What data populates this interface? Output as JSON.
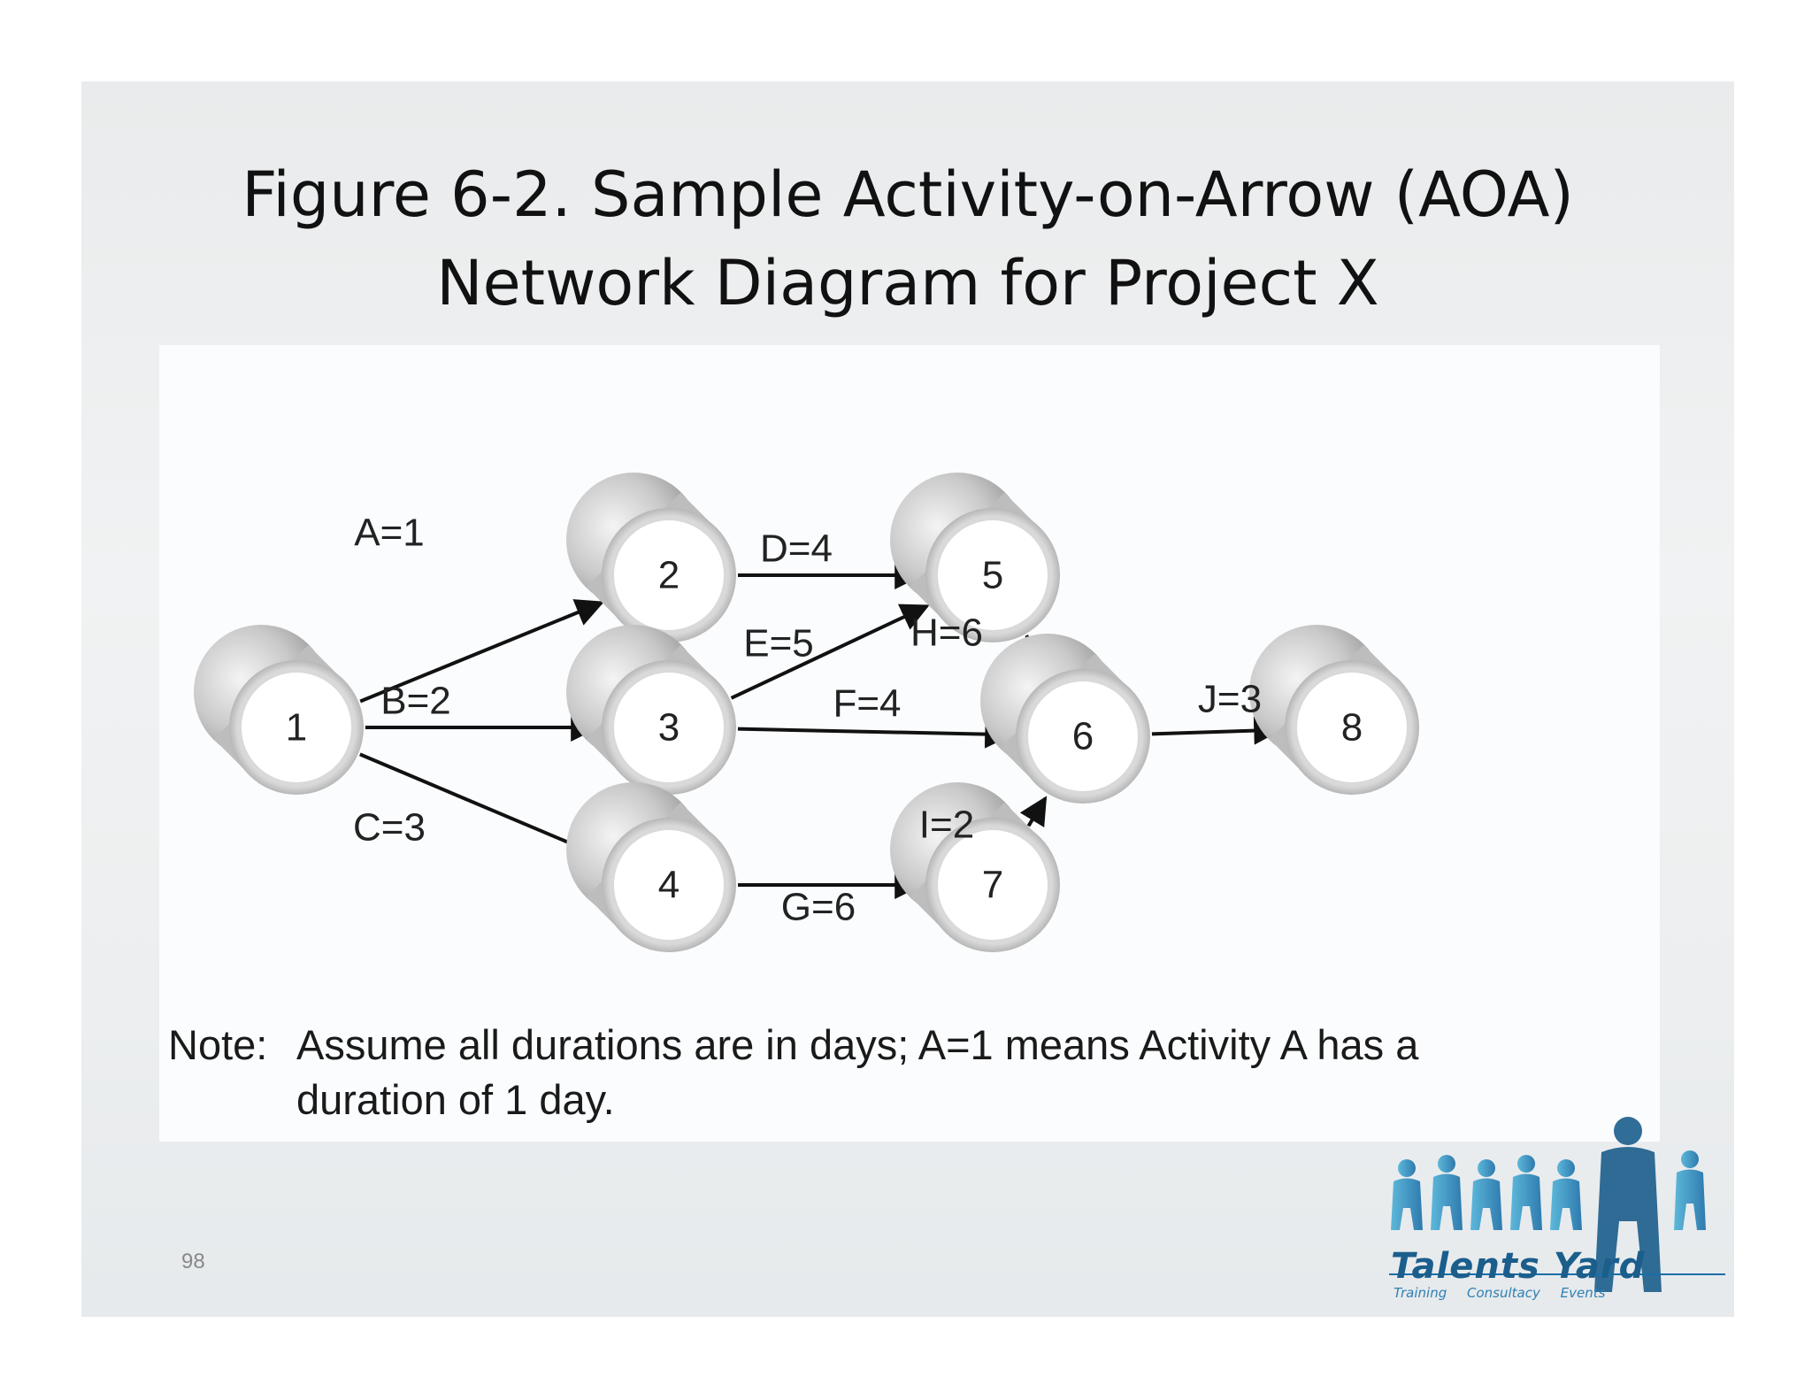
{
  "slide": {
    "title_line1": "Figure 6-2. Sample Activity-on-Arrow (AOA)",
    "title_line2": "Network Diagram for Project X",
    "page_number": "98"
  },
  "diagram": {
    "nodes": [
      {
        "id": "1",
        "label": "1"
      },
      {
        "id": "2",
        "label": "2"
      },
      {
        "id": "3",
        "label": "3"
      },
      {
        "id": "4",
        "label": "4"
      },
      {
        "id": "5",
        "label": "5"
      },
      {
        "id": "6",
        "label": "6"
      },
      {
        "id": "7",
        "label": "7"
      },
      {
        "id": "8",
        "label": "8"
      }
    ],
    "activities": [
      {
        "label": "A=1",
        "from": "1",
        "to": "2"
      },
      {
        "label": "B=2",
        "from": "1",
        "to": "3"
      },
      {
        "label": "C=3",
        "from": "1",
        "to": "4"
      },
      {
        "label": "D=4",
        "from": "2",
        "to": "5"
      },
      {
        "label": "E=5",
        "from": "3",
        "to": "5"
      },
      {
        "label": "F=4",
        "from": "3",
        "to": "6"
      },
      {
        "label": "G=6",
        "from": "4",
        "to": "7"
      },
      {
        "label": "H=6",
        "from": "5",
        "to": "6"
      },
      {
        "label": "I=2",
        "from": "7",
        "to": "6"
      },
      {
        "label": "J=3",
        "from": "6",
        "to": "8"
      }
    ]
  },
  "note": {
    "label": "Note:",
    "text": "Assume all durations are in days;  A=1 means Activity A has a duration of 1 day."
  },
  "logo": {
    "name": "Talents Yard",
    "tagline": "Training Consultacy Events",
    "color": "#1b6fa8"
  }
}
